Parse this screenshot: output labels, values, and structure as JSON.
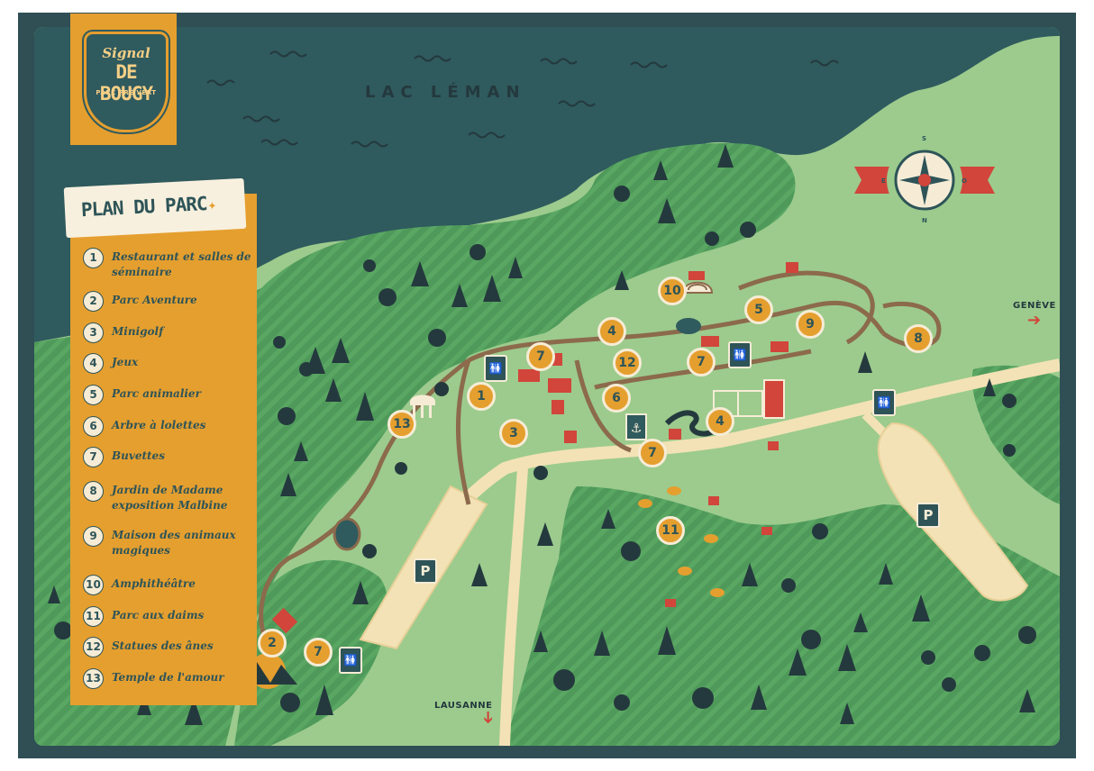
{
  "logo": {
    "line1": "Signal",
    "line2": "DE BOUGY",
    "line3": "PARC PRÉ VERT"
  },
  "lake": {
    "label": "LAC LÉMAN"
  },
  "legend": {
    "title": "PLAN DU PARC",
    "items": [
      {
        "num": "1",
        "label": "Restaurant et salles de séminaire"
      },
      {
        "num": "2",
        "label": "Parc Aventure"
      },
      {
        "num": "3",
        "label": "Minigolf"
      },
      {
        "num": "4",
        "label": "Jeux"
      },
      {
        "num": "5",
        "label": "Parc animalier"
      },
      {
        "num": "6",
        "label": "Arbre à lolettes"
      },
      {
        "num": "7",
        "label": "Buvettes"
      },
      {
        "num": "8",
        "label": "Jardin de Madame exposition Malbine"
      },
      {
        "num": "9",
        "label": "Maison des animaux magiques"
      },
      {
        "num": "10",
        "label": "Amphithéâtre"
      },
      {
        "num": "11",
        "label": "Parc aux daims"
      },
      {
        "num": "12",
        "label": "Statues des ânes"
      },
      {
        "num": "13",
        "label": "Temple de l'amour"
      }
    ]
  },
  "markers": {
    "m1": "1",
    "m2": "2",
    "m3": "3",
    "m4a": "4",
    "m4b": "4",
    "m5": "5",
    "m6": "6",
    "m7a": "7",
    "m7b": "7",
    "m7c": "7",
    "m7d": "7",
    "m8": "8",
    "m9": "9",
    "m10": "10",
    "m11": "11",
    "m12": "12",
    "m13": "13"
  },
  "facilities": {
    "parking_letter": "P",
    "wc_glyph": "🚻"
  },
  "destinations": {
    "east": "GENÈVE",
    "south": "LAUSANNE"
  },
  "compass": {
    "n": "N",
    "s": "S",
    "e": "E",
    "o": "O"
  },
  "colors": {
    "frame": "#2f4f55",
    "lake": "#2f5a5e",
    "meadow": "#9ccb8d",
    "forest": "#4f9a5a",
    "path": "#8c6a4c",
    "road": "#f3e2b6",
    "accent": "#e59f2f",
    "red": "#d1453b",
    "text": "#2e5458"
  }
}
